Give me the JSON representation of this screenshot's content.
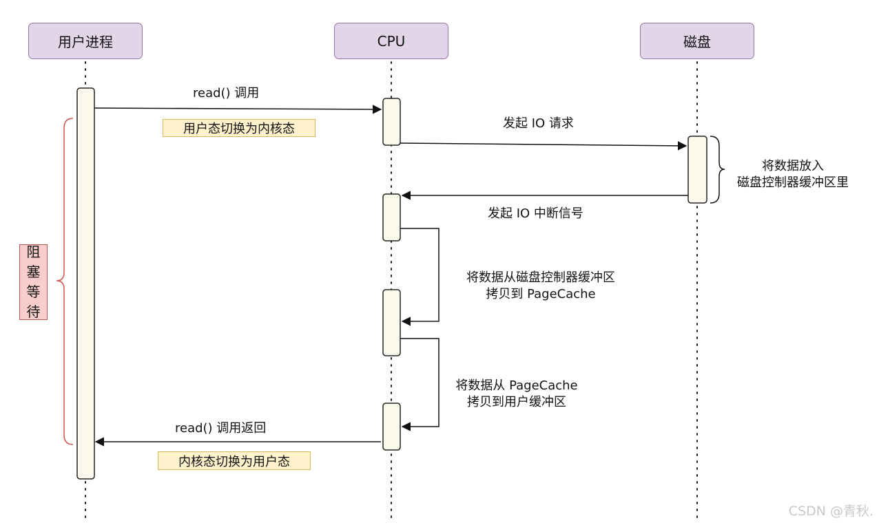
{
  "participants": {
    "user": "用户进程",
    "cpu": "CPU",
    "disk": "磁盘"
  },
  "messages": {
    "read_call": "read() 调用",
    "io_request": "发起 IO 请求",
    "io_interrupt": "发起 IO 中断信号",
    "read_return": "read() 调用返回"
  },
  "notes": {
    "to_kernel": "用户态切换为内核态",
    "to_user": "内核态切换为用户态",
    "blocking": [
      "阻",
      "塞",
      "等",
      "待"
    ]
  },
  "annotations": {
    "disk_buffer_line1": "将数据放入",
    "disk_buffer_line2": "磁盘控制器缓冲区里",
    "copy_to_pagecache_line1": "将数据从磁盘控制器缓冲区",
    "copy_to_pagecache_line2": "拷贝到 PageCache",
    "copy_to_user_line1": "将数据从 PageCache",
    "copy_to_user_line2": "拷贝到用户缓冲区"
  },
  "watermark": "CSDN @青秋.",
  "colors": {
    "participant_fill": "#e1d5e7",
    "participant_border": "#9673a6",
    "activation_fill": "#fbf8ec",
    "note_fill": "#fff2cc",
    "note_border": "#d6b656",
    "block_fill": "#f8cecc",
    "block_border": "#b85450",
    "brace": "#d0504d"
  }
}
